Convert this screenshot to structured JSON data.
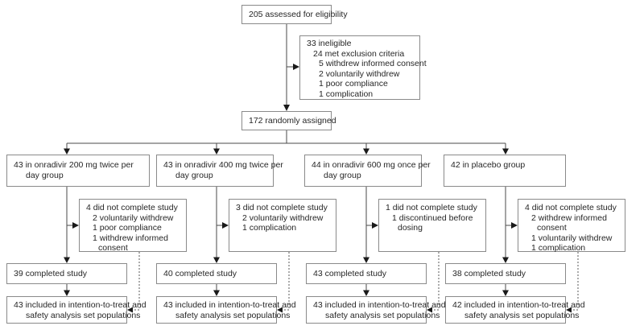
{
  "figure": {
    "assessed": "205 assessed for eligibility",
    "ineligible": [
      "33 ineligible",
      "24 met exclusion criteria",
      "5 withdrew informed consent",
      "2 voluntarily withdrew",
      "1 poor compliance",
      "1 complication"
    ],
    "randomized": "172 randomly assigned",
    "arms": [
      {
        "assigned_l1": "43 in onradivir 200 mg twice per",
        "assigned_l2": "day group",
        "dropout": [
          "4 did not complete study",
          "2 voluntarily withdrew",
          "1 poor compliance",
          "1 withdrew informed",
          "consent"
        ],
        "completed": "39 completed study",
        "itt_l1": "43 included in intention-to-treat and",
        "itt_l2": "safety analysis set populations"
      },
      {
        "assigned_l1": "43 in onradivir 400 mg twice per",
        "assigned_l2": "day group",
        "dropout": [
          "3 did not complete study",
          "2 voluntarily withdrew",
          "1 complication"
        ],
        "completed": "40 completed study",
        "itt_l1": "43 included in intention-to-treat and",
        "itt_l2": "safety analysis set populations"
      },
      {
        "assigned_l1": "44 in onradivir 600 mg once per",
        "assigned_l2": "day group",
        "dropout": [
          "1 did not complete study",
          "1 discontinued before",
          "dosing"
        ],
        "completed": "43 completed study",
        "itt_l1": "43 included in intention-to-treat and",
        "itt_l2": "safety analysis set populations"
      },
      {
        "assigned_l1": "42 in placebo group",
        "assigned_l2": "",
        "dropout": [
          "4 did not complete study",
          "2 withdrew informed",
          "consent",
          "1 voluntarily withdrew",
          "1 complication"
        ],
        "completed": "38 completed study",
        "itt_l1": "42 included in intention-to-treat and",
        "itt_l2": "safety analysis set populations"
      }
    ],
    "colors": {
      "box_border": "#8a8a8a",
      "connector_line": "#4a4a4a",
      "arrowhead": "#1a1a1a",
      "text": "#262626",
      "background": "#ffffff"
    }
  }
}
